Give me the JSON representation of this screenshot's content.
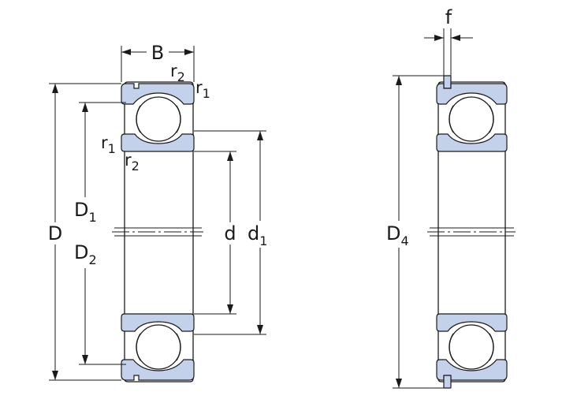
{
  "labels": {
    "B": "B",
    "r2_top": {
      "main": "r",
      "sub": "2"
    },
    "r1_top": {
      "main": "r",
      "sub": "1"
    },
    "r1_mid": {
      "main": "r",
      "sub": "1"
    },
    "r2_mid": {
      "main": "r",
      "sub": "2"
    },
    "D1": {
      "main": "D",
      "sub": "1"
    },
    "D": "D",
    "D2": {
      "main": "D",
      "sub": "2"
    },
    "d": "d",
    "d1": {
      "main": "d",
      "sub": "1"
    },
    "f": "f",
    "D4": {
      "main": "D",
      "sub": "4"
    }
  },
  "colors": {
    "ring_fill": "#c3d1ea",
    "line": "#1a1a1a"
  }
}
